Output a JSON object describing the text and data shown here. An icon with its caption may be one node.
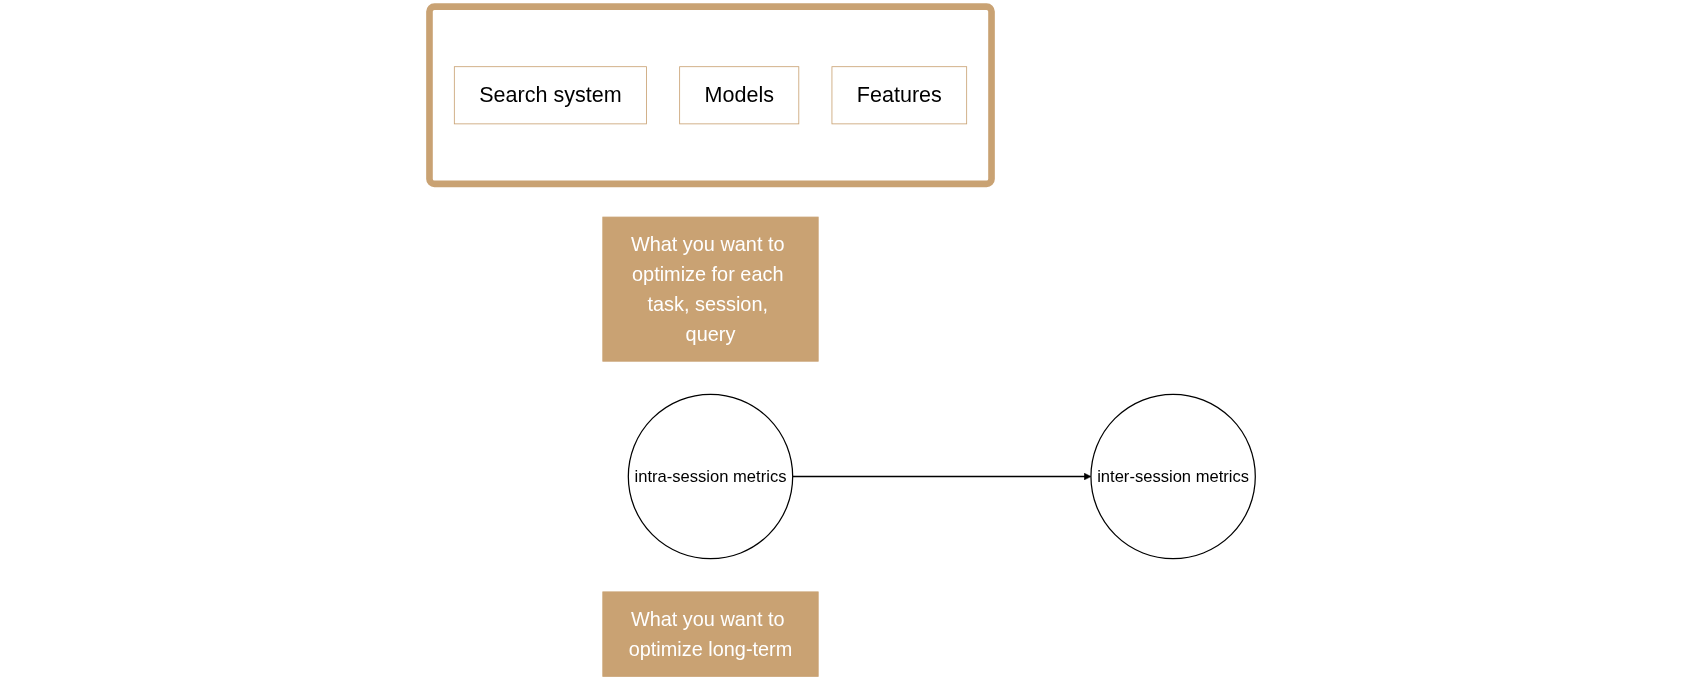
{
  "diagram": {
    "nodes": [
      {
        "text": [],
        "shape": "trapezoid"
      },
      {
        "text": [
          "Search system"
        ],
        "in": 0
      },
      {
        "text": [
          "Models"
        ],
        "in": 0
      },
      {
        "text": [
          "Features"
        ],
        "in": 0
      },
      {
        "text": [
          "What you want to optimize for each task, session, query"
        ]
      },
      {
        "text": [
          "intra-session metrics"
        ]
      },
      {
        "text": [
          "What you want to optimize long-term"
        ]
      },
      {
        "text": [
          "inter-session metrics"
        ]
      }
    ],
    "edges": [
      {
        "from": 5,
        "to": 7,
        "arrow": "to"
      }
    ]
  }
}
